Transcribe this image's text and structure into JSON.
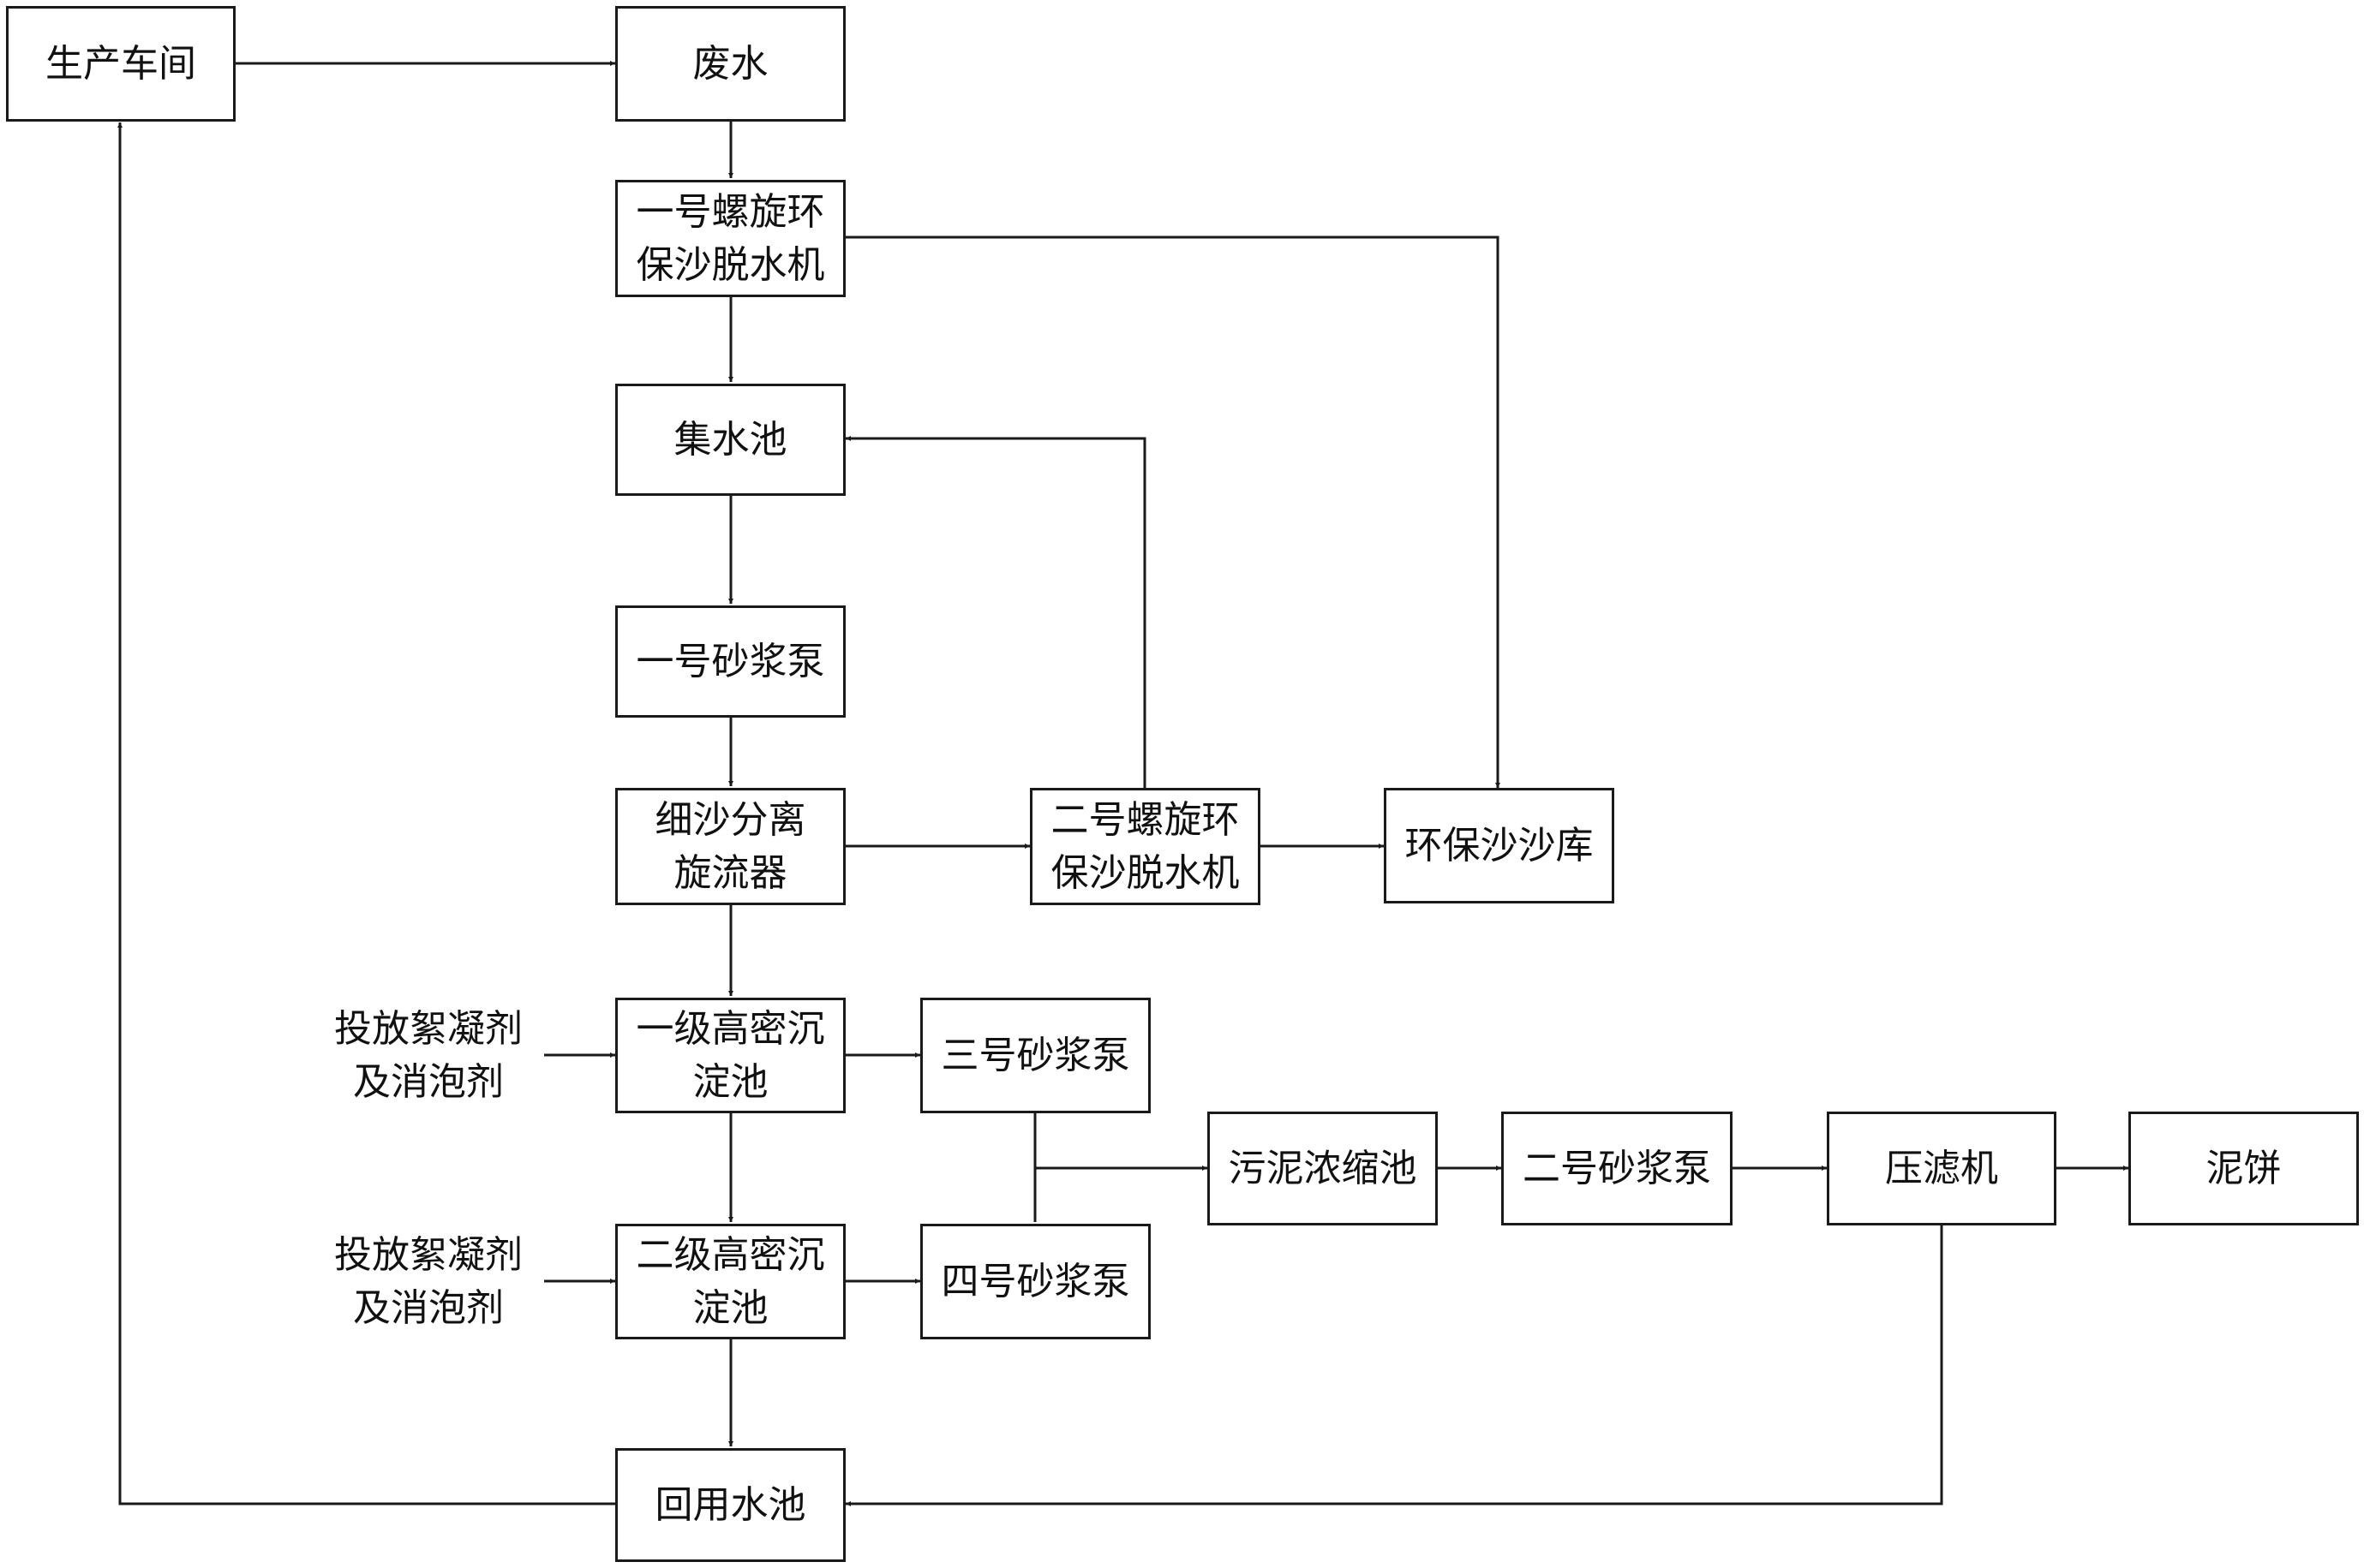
{
  "nodes": {
    "workshop": "生产车间",
    "wastewater": "废水",
    "spiral1": "一号螺旋环\n保沙脱水机",
    "sump": "集水池",
    "pump1": "一号砂浆泵",
    "cyclone": "细沙分离\n旋流器",
    "spiral2": "二号螺旋环\n保沙脱水机",
    "sand_store": "环保沙沙库",
    "hd1": "一级高密沉\n淀池",
    "pump3": "三号砂浆泵",
    "hd2": "二级高密沉\n淀池",
    "pump4": "四号砂浆泵",
    "thickener": "污泥浓缩池",
    "pump2": "二号砂浆泵",
    "filter_press": "压滤机",
    "mud_cake": "泥饼",
    "reuse_pool": "回用水池"
  },
  "inputs": {
    "dose1": "投放絮凝剂\n及消泡剂",
    "dose2": "投放絮凝剂\n及消泡剂"
  },
  "style": {
    "line_color": "#1a1a1a"
  }
}
